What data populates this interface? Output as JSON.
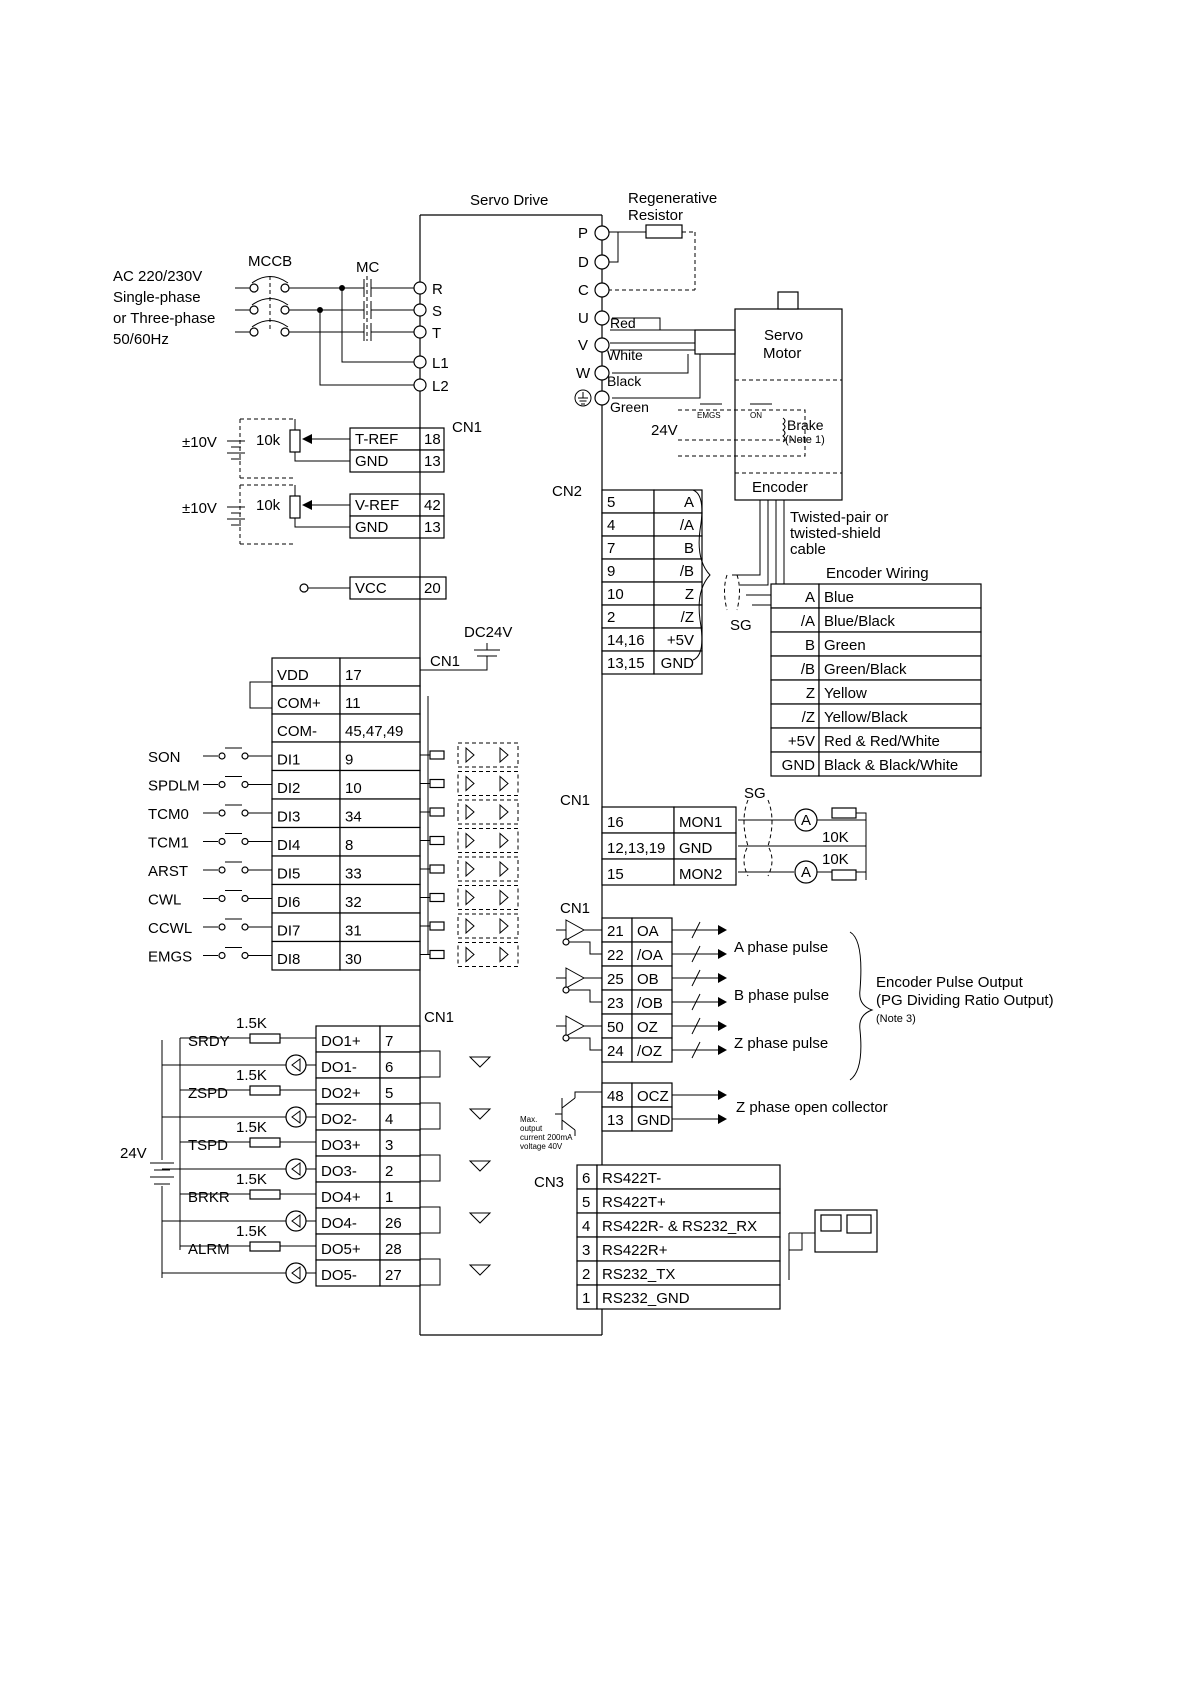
{
  "title": "Servo Drive",
  "regen": {
    "line1": "Regenerative",
    "line2": "Resistor"
  },
  "power": {
    "supply": [
      "AC 220/230V",
      "Single-phase",
      "or Three-phase",
      "50/60Hz"
    ],
    "mccb": "MCCB",
    "mc": "MC",
    "terminals_right": [
      "R",
      "S",
      "T",
      "L1",
      "L2"
    ],
    "terminals_left": [
      "P",
      "D",
      "C",
      "U",
      "V",
      "W"
    ]
  },
  "motor": {
    "name_line1": "Servo",
    "name_line2": "Motor",
    "wires": [
      "Red",
      "White",
      "Black",
      "Green"
    ],
    "encoder": "Encoder",
    "brake": "Brake",
    "brake_note": "(Note 1)",
    "emgs": "EMGS",
    "on": "ON",
    "v24": "24V"
  },
  "connectors": {
    "cn1": "CN1",
    "cn2": "CN2",
    "cn3": "CN3",
    "sg": "SG"
  },
  "analog_inputs": [
    {
      "source": "±10V",
      "pot": "10k",
      "rows": [
        {
          "name": "T-REF",
          "pin": "18"
        },
        {
          "name": "GND",
          "pin": "13"
        }
      ]
    },
    {
      "source": "±10V",
      "pot": "10k",
      "rows": [
        {
          "name": "V-REF",
          "pin": "42"
        },
        {
          "name": "GND",
          "pin": "13"
        }
      ]
    }
  ],
  "vcc": {
    "name": "VCC",
    "pin": "20"
  },
  "dc24v": "DC24V",
  "power_pins": [
    {
      "name": "VDD",
      "pin": "17"
    },
    {
      "name": "COM+",
      "pin": "11"
    },
    {
      "name": "COM-",
      "pin": "45,47,49"
    }
  ],
  "digital_inputs": [
    {
      "signal": "SON",
      "name": "DI1",
      "pin": "9"
    },
    {
      "signal": "SPDLM",
      "name": "DI2",
      "pin": "10"
    },
    {
      "signal": "TCM0",
      "name": "DI3",
      "pin": "34"
    },
    {
      "signal": "TCM1",
      "name": "DI4",
      "pin": "8"
    },
    {
      "signal": "ARST",
      "name": "DI5",
      "pin": "33"
    },
    {
      "signal": "CWL",
      "name": "DI6",
      "pin": "32"
    },
    {
      "signal": "CCWL",
      "name": "DI7",
      "pin": "31"
    },
    {
      "signal": "EMGS",
      "name": "DI8",
      "pin": "30"
    }
  ],
  "digital_outputs": [
    {
      "name": "DO1+",
      "pin": "7"
    },
    {
      "name": "DO1-",
      "pin": "6"
    },
    {
      "name": "DO2+",
      "pin": "5"
    },
    {
      "name": "DO2-",
      "pin": "4"
    },
    {
      "name": "DO3+",
      "pin": "3"
    },
    {
      "name": "DO3-",
      "pin": "2"
    },
    {
      "name": "DO4+",
      "pin": "1"
    },
    {
      "name": "DO4-",
      "pin": "26"
    },
    {
      "name": "DO5+",
      "pin": "28"
    },
    {
      "name": "DO5-",
      "pin": "27"
    }
  ],
  "output_signals": [
    "SRDY",
    "ZSPD",
    "TSPD",
    "BRKR",
    "ALRM"
  ],
  "resistor": "1.5K",
  "supply_24v": "24V",
  "cn2_pins": [
    {
      "pin": "5",
      "name": "A"
    },
    {
      "pin": "4",
      "name": "/A"
    },
    {
      "pin": "7",
      "name": "B"
    },
    {
      "pin": "9",
      "name": "/B"
    },
    {
      "pin": "10",
      "name": "Z"
    },
    {
      "pin": "2",
      "name": "/Z"
    },
    {
      "pin": "14,16",
      "name": "+5V"
    },
    {
      "pin": "13,15",
      "name": "GND"
    }
  ],
  "cable": [
    "Twisted-pair or",
    "twisted-shield",
    "cable"
  ],
  "encoder_wiring": {
    "title": "Encoder Wiring",
    "rows": [
      {
        "sig": "A",
        "color": "Blue"
      },
      {
        "sig": "/A",
        "color": "Blue/Black"
      },
      {
        "sig": "B",
        "color": "Green"
      },
      {
        "sig": "/B",
        "color": "Green/Black"
      },
      {
        "sig": "Z",
        "color": "Yellow"
      },
      {
        "sig": "/Z",
        "color": "Yellow/Black"
      },
      {
        "sig": "+5V",
        "color": "Red & Red/White"
      },
      {
        "sig": "GND",
        "color": "Black & Black/White"
      }
    ]
  },
  "monitor": {
    "rows": [
      {
        "pin": "16",
        "name": "MON1"
      },
      {
        "pin": "12,13,19",
        "name": "GND"
      },
      {
        "pin": "15",
        "name": "MON2"
      }
    ],
    "pot": "10K",
    "meter": "A"
  },
  "pulse_outputs": [
    {
      "pin": "21",
      "name": "OA"
    },
    {
      "pin": "22",
      "name": "/OA"
    },
    {
      "pin": "25",
      "name": "OB"
    },
    {
      "pin": "23",
      "name": "/OB"
    },
    {
      "pin": "50",
      "name": "OZ"
    },
    {
      "pin": "24",
      "name": "/OZ"
    }
  ],
  "pulse_labels": [
    "A phase pulse",
    "B phase pulse",
    "Z phase pulse"
  ],
  "encoder_output": [
    "Encoder Pulse Output",
    "(PG Dividing Ratio Output)",
    "(Note 3)"
  ],
  "ocz_rows": [
    {
      "pin": "48",
      "name": "OCZ"
    },
    {
      "pin": "13",
      "name": "GND"
    }
  ],
  "ocz_label": "Z phase open collector",
  "max_note": [
    "Max.",
    "output",
    "current 200mA",
    "voltage 40V"
  ],
  "cn3_rows": [
    {
      "pin": "6",
      "name": "RS422T-"
    },
    {
      "pin": "5",
      "name": "RS422T+"
    },
    {
      "pin": "4",
      "name": "RS422R- & RS232_RX"
    },
    {
      "pin": "3",
      "name": "RS422R+"
    },
    {
      "pin": "2",
      "name": "RS232_TX"
    },
    {
      "pin": "1",
      "name": "RS232_GND"
    }
  ]
}
